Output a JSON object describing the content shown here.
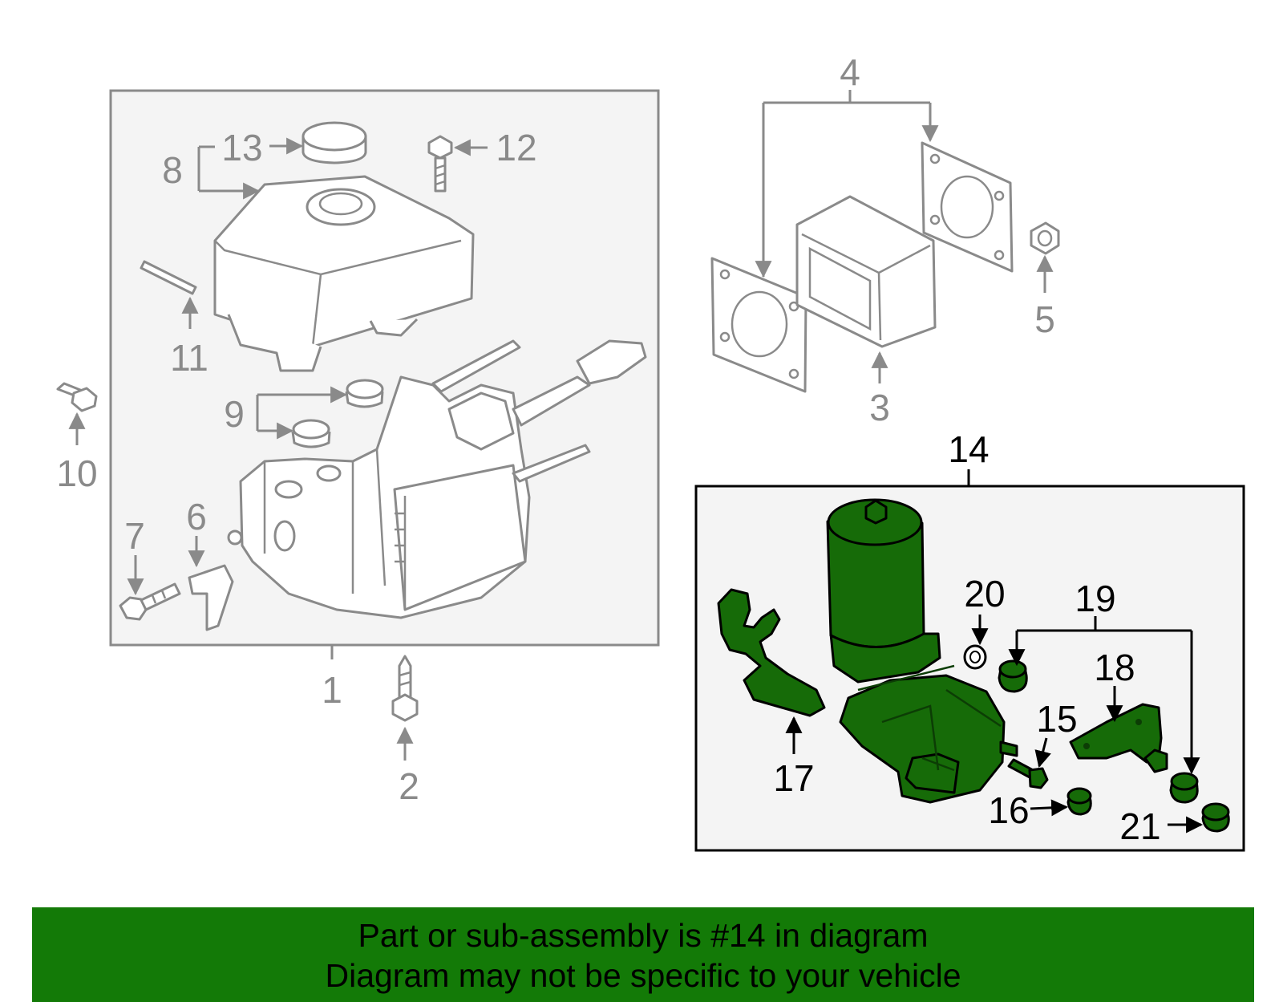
{
  "diagram": {
    "callouts": {
      "c1": "1",
      "c2": "2",
      "c3": "3",
      "c4": "4",
      "c5": "5",
      "c6": "6",
      "c7": "7",
      "c8": "8",
      "c9": "9",
      "c10": "10",
      "c11": "11",
      "c12": "12",
      "c13": "13",
      "c14": "14",
      "c15": "15",
      "c16": "16",
      "c17": "17",
      "c18": "18",
      "c19": "19",
      "c20": "20",
      "c21": "21"
    },
    "highlighted_part": "14",
    "colors": {
      "line": "#8a8a8a",
      "highlight_fill": "#166b08",
      "panel_bg": "#f4f4f4",
      "banner_bg": "#137a07"
    }
  },
  "banner": {
    "line1": "Part or sub-assembly is #14 in diagram",
    "line2": "Diagram may not be specific to your vehicle"
  }
}
